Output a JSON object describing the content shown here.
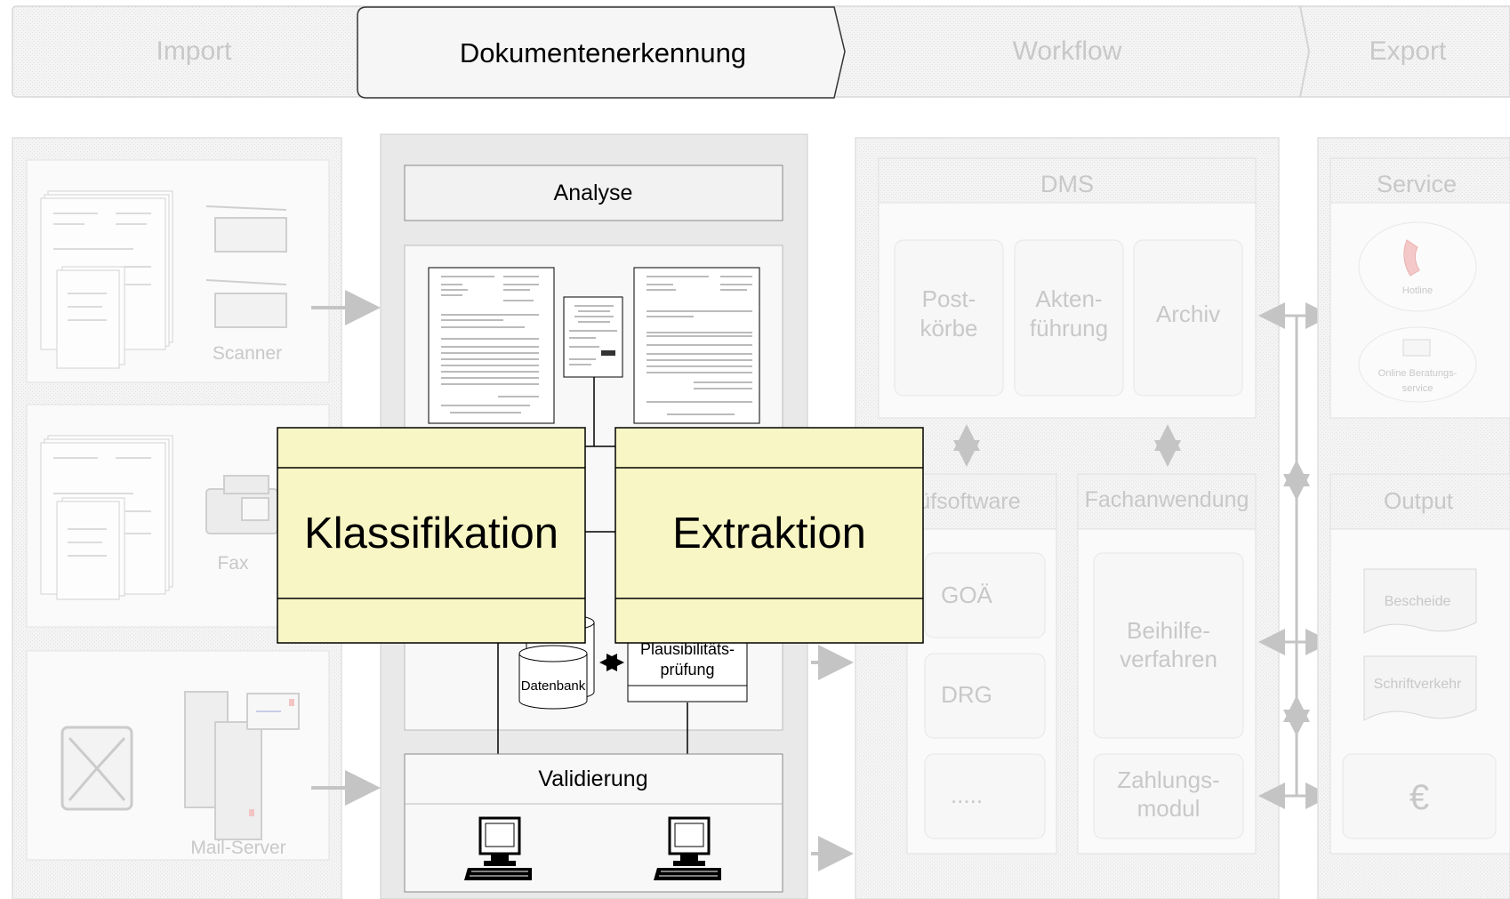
{
  "stages": {
    "import": "Import",
    "recognition": "Dokumentenerkennung",
    "workflow": "Workflow",
    "export": "Export"
  },
  "import_panel": {
    "scanner": "Scanner",
    "fax": "Fax",
    "mailserver": "Mail-Server"
  },
  "center": {
    "analysis": "Analyse",
    "classification": "Klassifikation",
    "extraction": "Extraktion",
    "database": "Datenbank",
    "plausibility_line1": "Plausibilitäts-",
    "plausibility_line2": "prüfung",
    "validation": "Validierung"
  },
  "dms": {
    "title": "DMS",
    "postkoerbe_line1": "Post-",
    "postkoerbe_line2": "körbe",
    "aktenfuehrung_line1": "Akten-",
    "aktenfuehrung_line2": "führung",
    "archiv": "Archiv"
  },
  "pruefsoftware": {
    "title": "üfsoftware",
    "goa": "GOÄ",
    "drg": "DRG",
    "more": "....."
  },
  "fachanwendung": {
    "title": "Fachanwendung",
    "beihilfe_line1": "Beihilfe-",
    "beihilfe_line2": "verfahren",
    "zahlung_line1": "Zahlungs-",
    "zahlung_line2": "modul"
  },
  "service": {
    "title": "Service",
    "hotline": "Hotline",
    "online": "Online Beratungs-",
    "service": "service"
  },
  "output": {
    "title": "Output",
    "bescheide": "Bescheide",
    "schriftverkehr": "Schriftverkehr",
    "euro": "€"
  },
  "colors": {
    "highlight_fill": "#f8f6c4",
    "faded_text": "#c8c8c8",
    "panel_gray": "#e9e9e9"
  }
}
